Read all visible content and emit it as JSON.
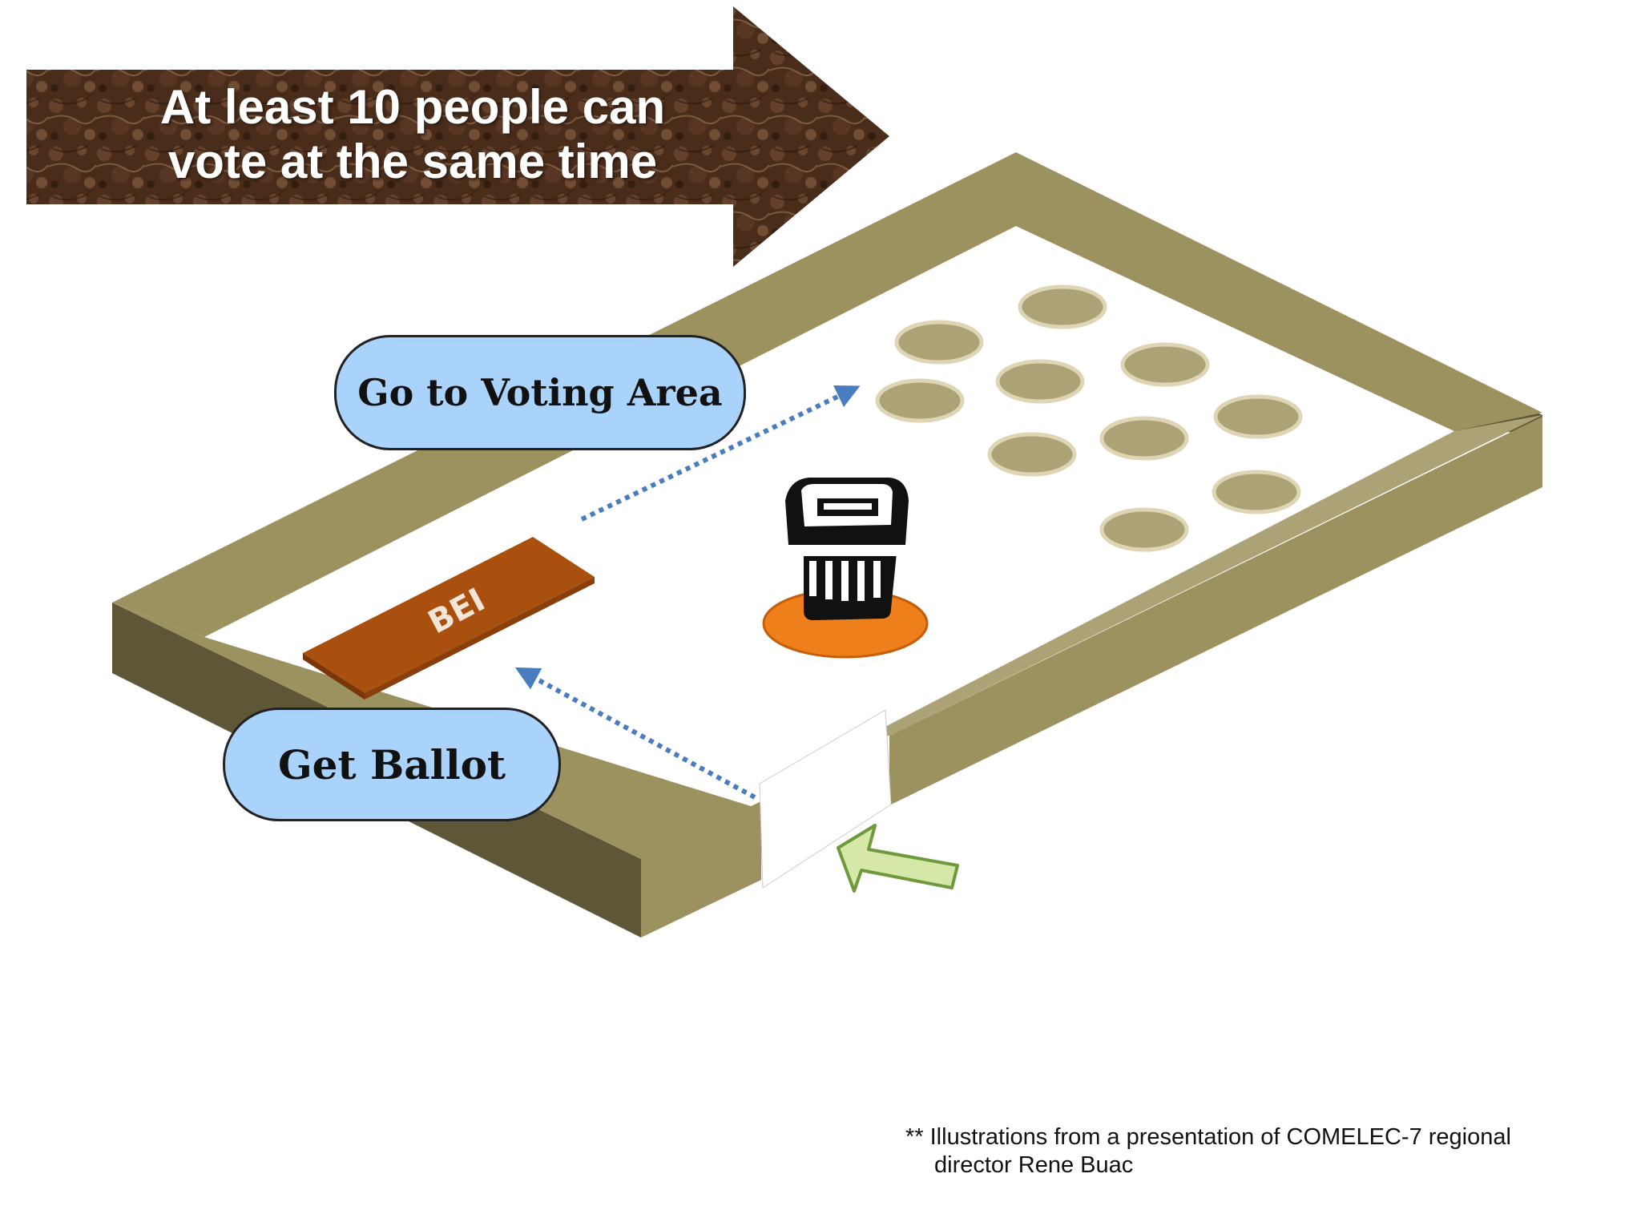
{
  "banner": {
    "line1": "At least 10 people can",
    "line2": "vote at the same time"
  },
  "labels": {
    "go_to_voting": "Go to Voting Area",
    "get_ballot": "Get Ballot",
    "bei": "BEI"
  },
  "footnote": {
    "line1": "** Illustrations from a presentation of COMELEC-7 regional",
    "line2": "director Rene Buac"
  },
  "voting_booths_count": 10,
  "colors": {
    "wall_top": "#9c9260",
    "wall_dark": "#5e5737",
    "booth_fill": "#aba275",
    "booth_ring": "#ddd5b4",
    "bei_table": "#a9500f",
    "machine_base": "#ef7f1a",
    "pill_fill": "#a9d3fb",
    "dotted_arrow": "#4a7dbf",
    "entry_arrow_fill": "#d5e8a8",
    "entry_arrow_stroke": "#6e9a3c",
    "banner_brown": "#4a2c1a"
  }
}
